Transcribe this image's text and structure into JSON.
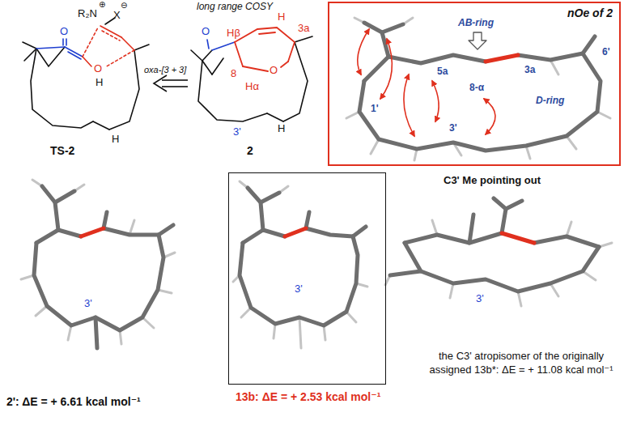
{
  "diagram": {
    "nodes": [
      {
        "text": [
          "nOe of 2"
        ]
      },
      {
        "text": [
          "13b: ΔE = + 2.53 kcal mol⁻¹"
        ]
      }
    ],
    "labels": [
      "R₂N",
      "⊕",
      "X",
      "⊖",
      "O",
      "O",
      "H",
      "H",
      "TS-2",
      "oxa-[3 + 3]",
      "long range COSY",
      "O",
      "Hβ",
      "H",
      "3a",
      "8",
      "Hα",
      "O",
      "3'",
      "H",
      "2",
      "AB-ring",
      "5a",
      "3a",
      "8-α",
      "1'",
      "D-ring",
      "6'",
      "3'",
      "3'",
      "2': ΔE = + 6.61 kcal mol⁻¹",
      "3'",
      "C3' Me pointing out",
      "3'",
      "the C3' atropisomer of the originally assigned 13b*: ΔE = + 11.08 kcal mol⁻¹"
    ]
  }
}
